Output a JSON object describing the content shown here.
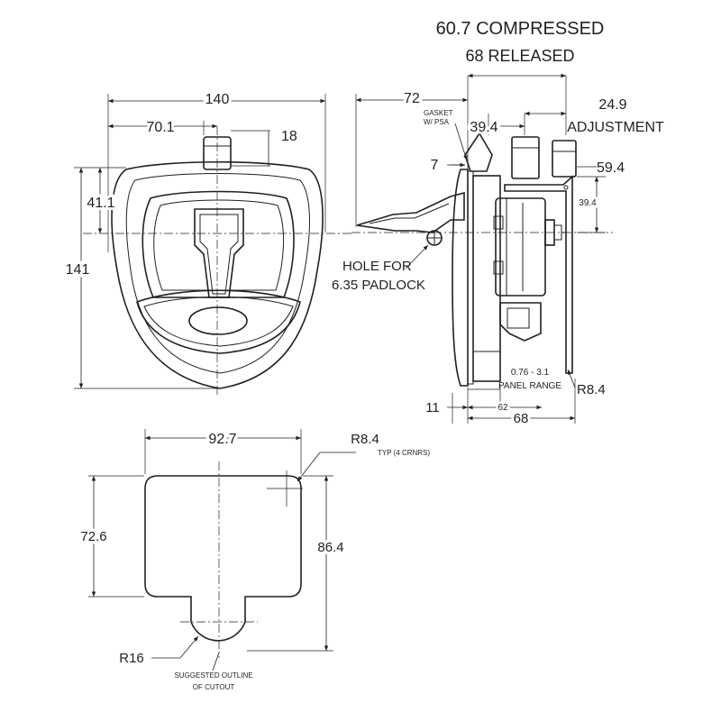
{
  "front_view": {
    "width_overall": "140",
    "width_half": "70.1",
    "knob_width": "18",
    "height_to_center": "41.1",
    "height_overall": "141"
  },
  "side_view": {
    "depth_compressed": "60.7 COMPRESSED",
    "depth_released": "68 RELEASED",
    "handle_projection": "72",
    "gasket_note_line1": "GASKET",
    "gasket_note_line2": "W/ PSA",
    "dim_39_4_top": "39.4",
    "dim_24_9": "24.9",
    "adjustment": "ADJUSTMENT",
    "dim_7": "7",
    "dim_59_4": "59.4",
    "dim_39_4_side": "39.4",
    "hole_note_line1": "HOLE FOR",
    "hole_note_line2": "6.35 PADLOCK",
    "panel_range_value": "0.76 - 3.1",
    "panel_range_label": "PANEL RANGE",
    "radius": "R8.4",
    "dim_11": "11",
    "dim_62": "62",
    "dim_68": "68"
  },
  "cutout_view": {
    "width": "92.7",
    "corner_radius": "R8.4",
    "corner_note": "TYP (4 CRNRS)",
    "height_body": "72.6",
    "height_overall": "86.4",
    "tab_radius": "R16",
    "note_line1": "SUGGESTED OUTLINE",
    "note_line2": "OF CUTOUT"
  }
}
